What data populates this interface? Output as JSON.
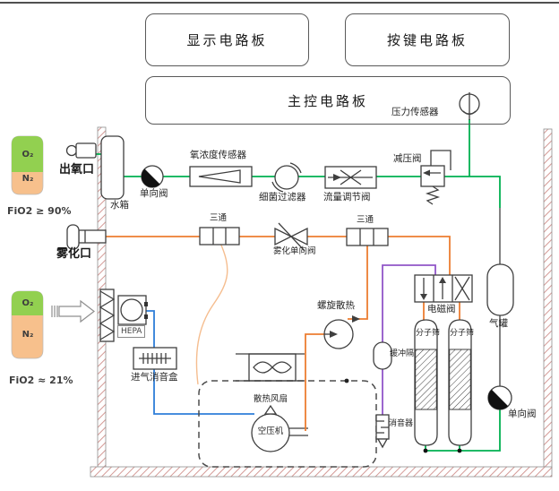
{
  "boards": {
    "display": "显示电路板",
    "keypad": "按键电路板",
    "main": "主控电路板"
  },
  "labels": {
    "pressure_sensor": "压力传感器",
    "oxygen_outlet": "出氧口",
    "water_tank": "水箱",
    "check_valve_top": "单向阀",
    "oxygen_sensor": "氧浓度传感器",
    "bacteria_filter": "细菌过滤器",
    "flow_valve": "流量调节阀",
    "relief_valve": "减压阀",
    "tee_1": "三通",
    "tee_2": "三通",
    "nebulizer_check_valve": "雾化单向阀",
    "nebulizer_port": "雾化口",
    "hepa": "HEPA",
    "intake_silencer": "进气消音盒",
    "spiral_heat": "螺旋散热",
    "cooling_fan": "散热风扇",
    "compressor": "空压机",
    "solenoid_valve": "电磁阀",
    "sieve_left": "分子筛",
    "sieve_right": "分子筛",
    "gas_tank": "气罐",
    "buffer": "缓冲隔",
    "muffler": "消音器",
    "check_valve_bottom": "单向阀"
  },
  "cylinders": {
    "top": {
      "o2": "O₂",
      "n2": "N₂",
      "caption": "FiO2 ≥ 90%"
    },
    "bottom": {
      "o2": "O₂",
      "n2": "N₂",
      "caption": "FiO2 ≈ 21%"
    }
  },
  "colors": {
    "green": "#00b050",
    "orange": "#ed7d31",
    "orange-light": "#f5bd8f",
    "purple": "#9155c8",
    "blue": "#2e7ed9",
    "wall-hatch": "#d49a96",
    "cyl-green": "#92d050",
    "cyl-orange": "#f7c08c"
  }
}
